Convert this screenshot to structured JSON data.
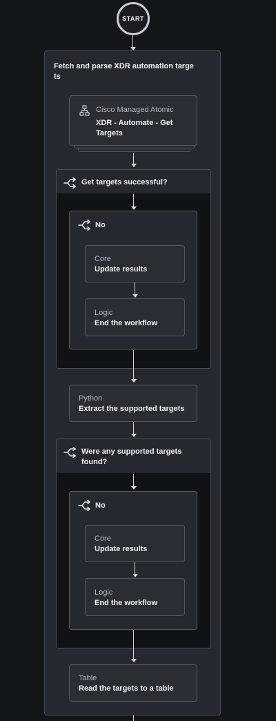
{
  "start_label": "START",
  "group": {
    "title": "Fetch and parse XDR automation targets"
  },
  "atomic": {
    "type": "Cisco Managed Atomic",
    "name": "XDR - Automate - Get Targets",
    "icon": "hierarchy-icon"
  },
  "condition1": {
    "label": "Get targets successful?",
    "branch_label": "No",
    "step1": {
      "type": "Core",
      "name": "Update results"
    },
    "step2": {
      "type": "Logic",
      "name": "End the workflow"
    }
  },
  "python_step": {
    "type": "Python",
    "name": "Extract the supported targets"
  },
  "condition2": {
    "label": "Were any supported targets found?",
    "branch_label": "No",
    "step1": {
      "type": "Core",
      "name": "Update results"
    },
    "step2": {
      "type": "Logic",
      "name": "End the workflow"
    }
  },
  "table_step": {
    "type": "Table",
    "name": "Read the targets to a table"
  },
  "colors": {
    "background": "#141517",
    "panel": "#25282d",
    "card": "#2a2d32",
    "border": "#555a62",
    "text": "#f2f3f5"
  }
}
